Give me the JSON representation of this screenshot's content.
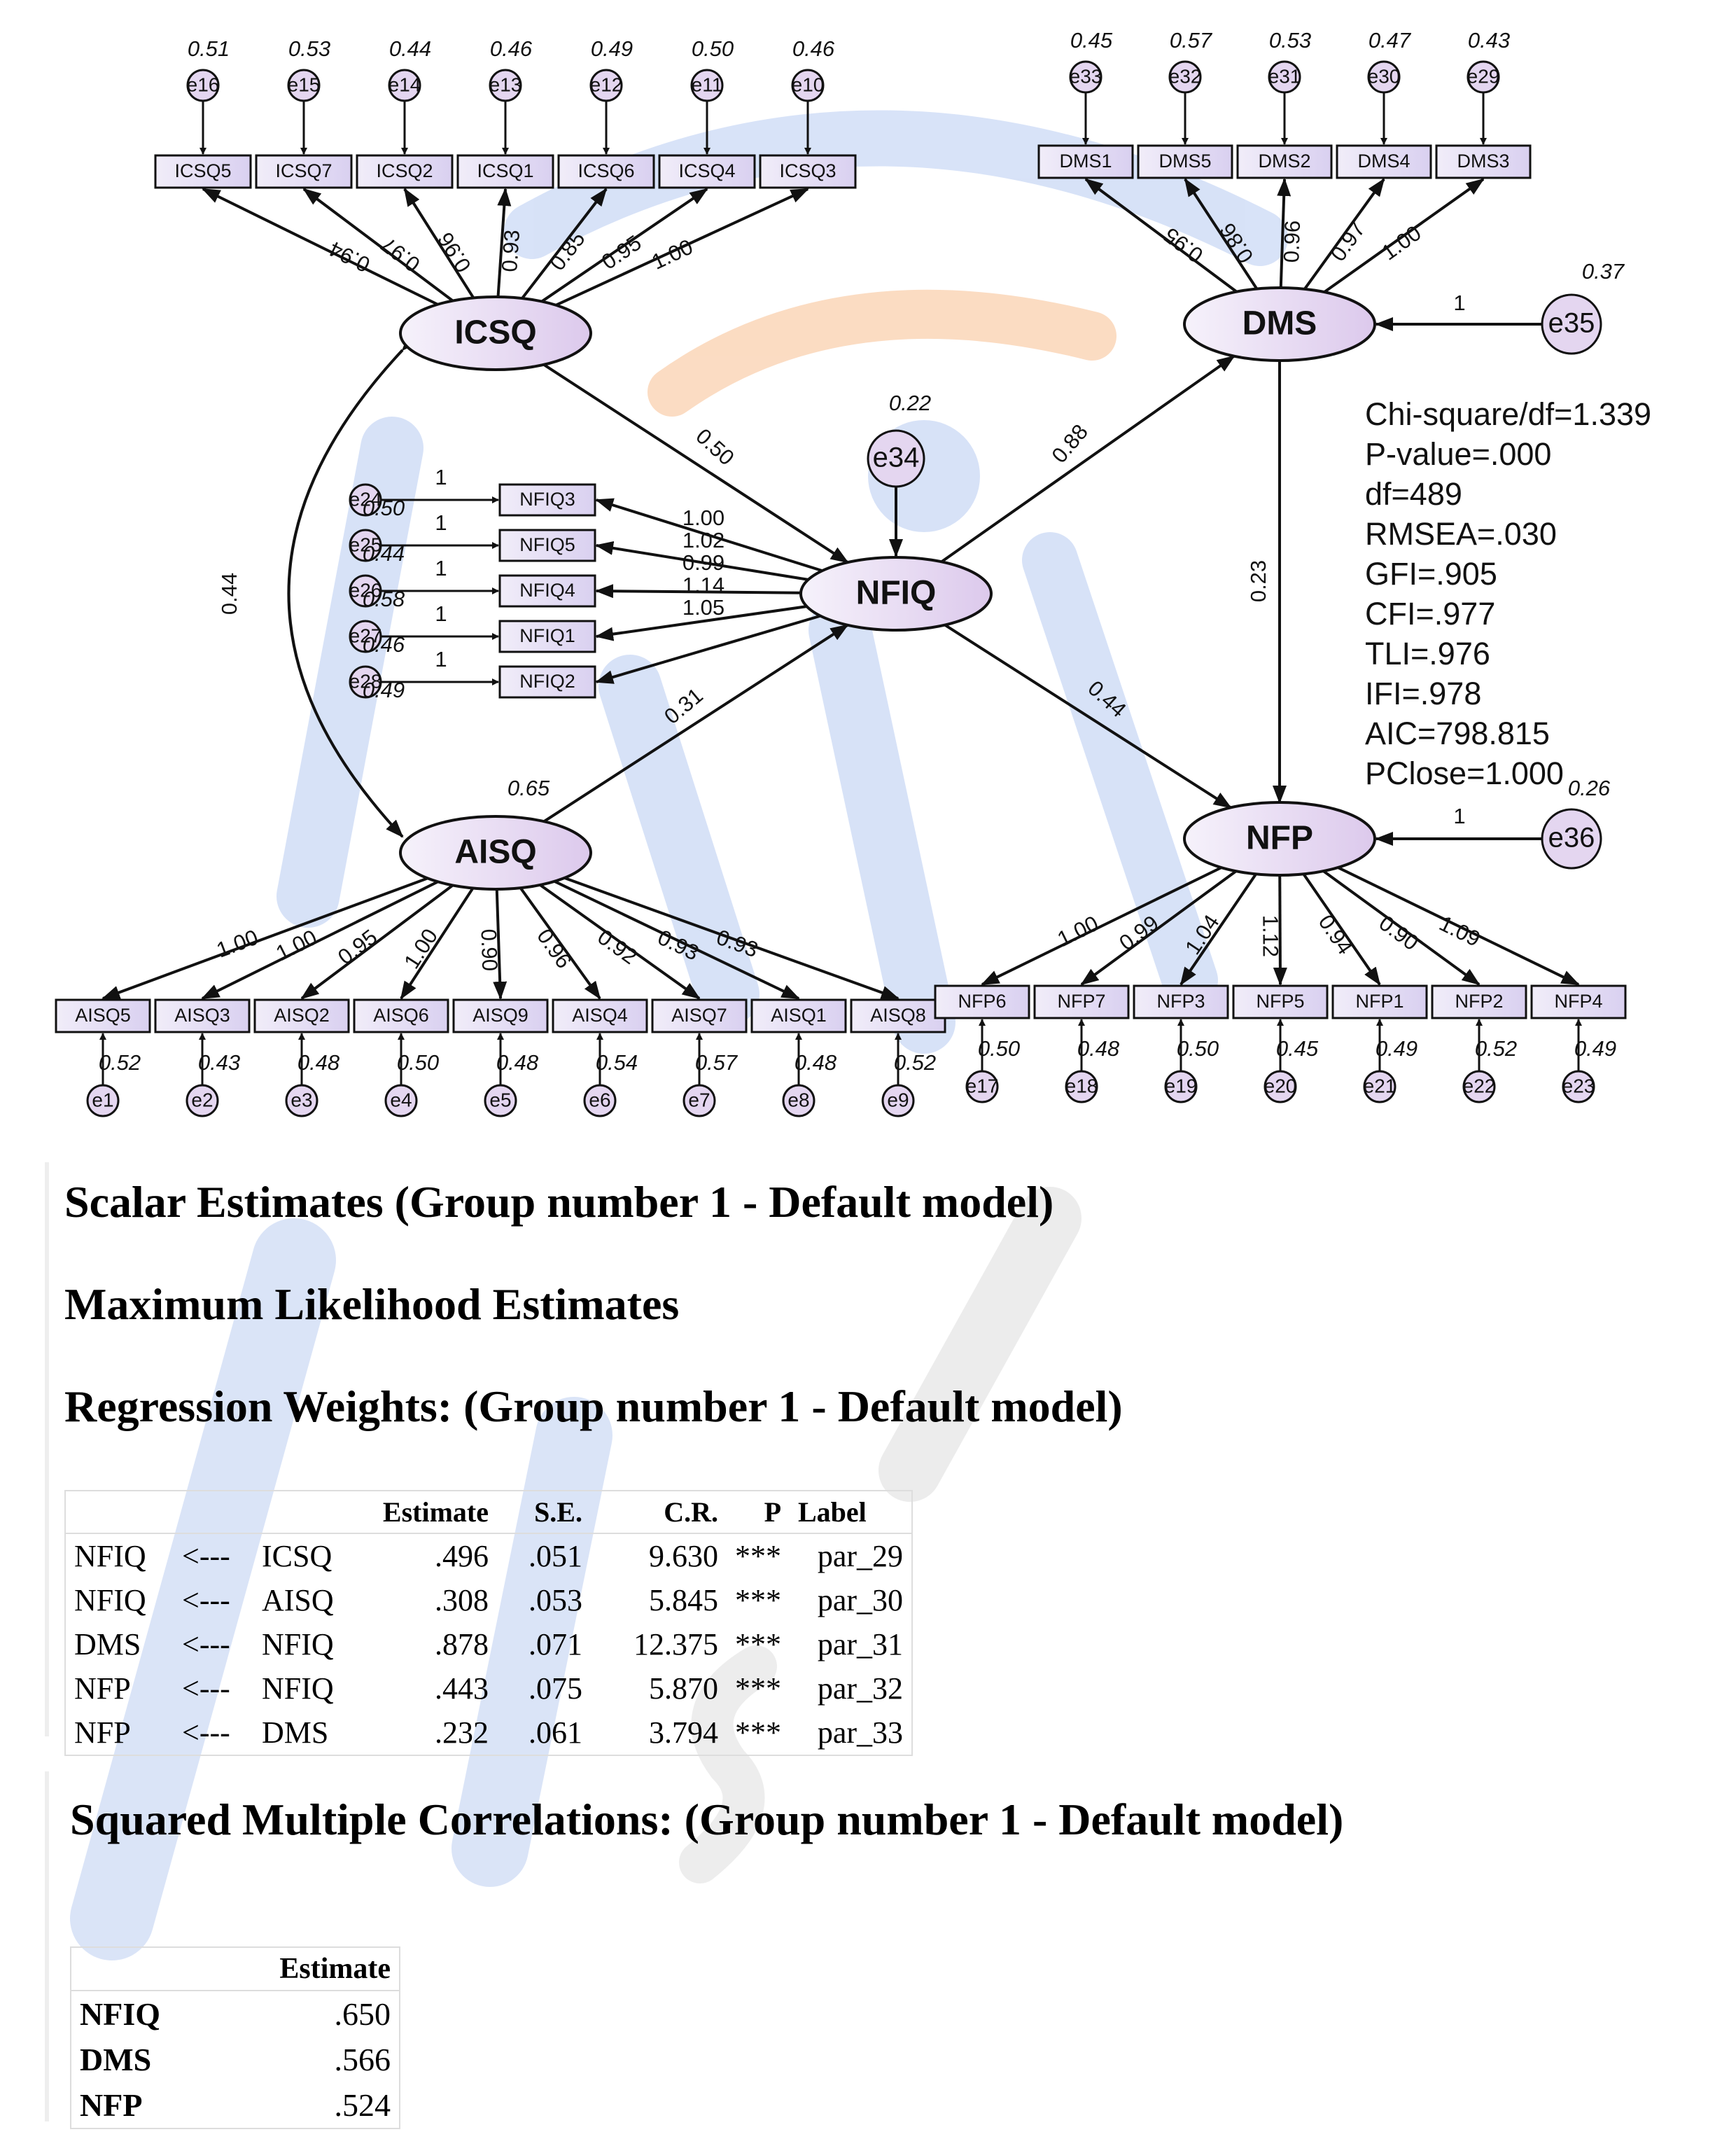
{
  "diagram": {
    "latents": [
      {
        "id": "ICSQ",
        "label": "ICSQ"
      },
      {
        "id": "DMS",
        "label": "DMS"
      },
      {
        "id": "NFIQ",
        "label": "NFIQ"
      },
      {
        "id": "AISQ",
        "label": "AISQ"
      },
      {
        "id": "NFP",
        "label": "NFP"
      }
    ],
    "icsq_items": [
      {
        "label": "ICSQ5",
        "err": "e16",
        "r2": "0.51"
      },
      {
        "label": "ICSQ7",
        "err": "e15",
        "r2": "0.53"
      },
      {
        "label": "ICSQ2",
        "err": "e14",
        "r2": "0.44"
      },
      {
        "label": "ICSQ1",
        "err": "e13",
        "r2": "0.46"
      },
      {
        "label": "ICSQ6",
        "err": "e12",
        "r2": "0.49"
      },
      {
        "label": "ICSQ4",
        "err": "e11",
        "r2": "0.50"
      },
      {
        "label": "ICSQ3",
        "err": "e10",
        "r2": "0.46"
      }
    ],
    "icsq_loadings": [
      "0.94",
      "0.97",
      "0.96",
      "0.93",
      "0.85",
      "0.95",
      "1.00",
      "1.00"
    ],
    "dms_items": [
      {
        "label": "DMS1",
        "err": "e33",
        "r2": "0.45"
      },
      {
        "label": "DMS5",
        "err": "e32",
        "r2": "0.57"
      },
      {
        "label": "DMS2",
        "err": "e31",
        "r2": "0.53"
      },
      {
        "label": "DMS4",
        "err": "e30",
        "r2": "0.47"
      },
      {
        "label": "DMS3",
        "err": "e29",
        "r2": "0.43"
      }
    ],
    "dms_loadings": [
      "0.95",
      "0.86",
      "0.96",
      "0.97",
      "1.00"
    ],
    "nfiq_items": [
      {
        "label": "NFIQ3",
        "err": "e24",
        "r2": "0.50"
      },
      {
        "label": "NFIQ5",
        "err": "e25",
        "r2": "0.44"
      },
      {
        "label": "NFIQ4",
        "err": "e26",
        "r2": "0.58"
      },
      {
        "label": "NFIQ1",
        "err": "e27",
        "r2": "0.46"
      },
      {
        "label": "NFIQ2",
        "err": "e28",
        "r2": "0.49"
      }
    ],
    "nfiq_loadings": [
      "1.00",
      "1.02",
      "0.99",
      "1.14",
      "1.05"
    ],
    "aisq_items": [
      {
        "label": "AISQ5",
        "err": "e1",
        "r2": "0.52"
      },
      {
        "label": "AISQ3",
        "err": "e2",
        "r2": "0.43"
      },
      {
        "label": "AISQ2",
        "err": "e3",
        "r2": "0.48"
      },
      {
        "label": "AISQ6",
        "err": "e4",
        "r2": "0.50"
      },
      {
        "label": "AISQ9",
        "err": "e5",
        "r2": "0.48"
      },
      {
        "label": "AISQ4",
        "err": "e6",
        "r2": "0.54"
      },
      {
        "label": "AISQ7",
        "err": "e7",
        "r2": "0.57"
      },
      {
        "label": "AISQ1",
        "err": "e8",
        "r2": "0.48"
      },
      {
        "label": "AISQ8",
        "err": "e9",
        "r2": "0.52"
      }
    ],
    "aisq_loadings": [
      "1.00",
      "1.00",
      "0.95",
      "1.00",
      "0.90",
      "0.96",
      "0.92",
      "0.93",
      "0.93"
    ],
    "nfp_items": [
      {
        "label": "NFP6",
        "err": "e17",
        "r2": "0.50"
      },
      {
        "label": "NFP7",
        "err": "e18",
        "r2": "0.48"
      },
      {
        "label": "NFP3",
        "err": "e19",
        "r2": "0.50"
      },
      {
        "label": "NFP5",
        "err": "e20",
        "r2": "0.45"
      },
      {
        "label": "NFP1",
        "err": "e21",
        "r2": "0.49"
      },
      {
        "label": "NFP2",
        "err": "e22",
        "r2": "0.52"
      },
      {
        "label": "NFP4",
        "err": "e23",
        "r2": "0.49"
      }
    ],
    "nfp_loadings": [
      "1.00",
      "0.99",
      "1.04",
      "1.12",
      "0.94",
      "0.90",
      "1.09"
    ],
    "structural": {
      "icsq_nfiq": "0.50",
      "aisq_nfiq": "0.31",
      "nfiq_dms": "0.88",
      "nfiq_nfp": "0.44",
      "dms_nfp": "0.23",
      "icsq_aisq_cov": "0.44"
    },
    "disturbances": [
      {
        "err": "e34",
        "r2": "0.22"
      },
      {
        "err": "e35",
        "r2": "0.37"
      },
      {
        "err": "e36",
        "r2": "0.26"
      }
    ],
    "aisq_variance": "0.65",
    "fixed_one": "1",
    "fit_indices": [
      "Chi-square/df=1.339",
      "P-value=.000",
      "df=489",
      "RMSEA=.030",
      "GFI=.905",
      "CFI=.977",
      "TLI=.976",
      "IFI=.978",
      "AIC=798.815",
      "PClose=1.000"
    ],
    "watermark_colors": {
      "blue": "#3a6fd8",
      "orange": "#f5a04a",
      "grey": "#9a9a9a"
    },
    "latent_fill": "#e9def2",
    "box_fill": "#e8e2f4"
  },
  "sections": {
    "scalar_title": "Scalar Estimates (Group number 1 - Default model)",
    "ml_title": "Maximum Likelihood Estimates",
    "rw_title": "Regression Weights: (Group number 1 - Default model)",
    "smc_title": "Squared Multiple Correlations: (Group number 1 - Default model)"
  },
  "regression_table": {
    "headers": [
      "",
      "",
      "",
      "Estimate",
      "S.E.",
      "C.R.",
      "P",
      "Label"
    ],
    "rows": [
      [
        "NFIQ",
        "<---",
        "ICSQ",
        ".496",
        ".051",
        "9.630",
        "***",
        "par_29"
      ],
      [
        "NFIQ",
        "<---",
        "AISQ",
        ".308",
        ".053",
        "5.845",
        "***",
        "par_30"
      ],
      [
        "DMS",
        "<---",
        "NFIQ",
        ".878",
        ".071",
        "12.375",
        "***",
        "par_31"
      ],
      [
        "NFP",
        "<---",
        "NFIQ",
        ".443",
        ".075",
        "5.870",
        "***",
        "par_32"
      ],
      [
        "NFP",
        "<---",
        "DMS",
        ".232",
        ".061",
        "3.794",
        "***",
        "par_33"
      ]
    ]
  },
  "smc_table": {
    "headers": [
      "",
      "Estimate"
    ],
    "rows": [
      [
        "NFIQ",
        ".650"
      ],
      [
        "DMS",
        ".566"
      ],
      [
        "NFP",
        ".524"
      ]
    ]
  }
}
